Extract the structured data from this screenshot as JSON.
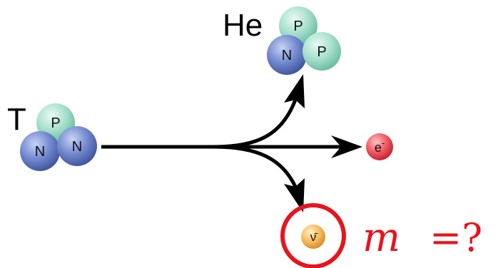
{
  "diagram": {
    "tritium": {
      "symbol": "T",
      "particles": [
        {
          "label": "P",
          "kind": "proton"
        },
        {
          "label": "N",
          "kind": "neutron"
        },
        {
          "label": "N",
          "kind": "neutron"
        }
      ]
    },
    "helium": {
      "symbol": "He",
      "particles": [
        {
          "label": "P",
          "kind": "proton"
        },
        {
          "label": "N",
          "kind": "neutron"
        },
        {
          "label": "P",
          "kind": "proton"
        }
      ]
    },
    "electron": {
      "label": "e",
      "superscript": "-"
    },
    "antineutrino": {
      "label": "ν̄"
    },
    "question": {
      "variable": "m",
      "operator": "=?"
    }
  },
  "colors": {
    "proton": "#9fdcc8",
    "neutron": "#6f86cc",
    "electron": "#f0505a",
    "antineutrino": "#f5b45a",
    "highlight": "#e8141e",
    "arrow": "#000000"
  },
  "icons": {
    "decay-paths": "three-way-arrow",
    "highlight": "red-circle"
  }
}
